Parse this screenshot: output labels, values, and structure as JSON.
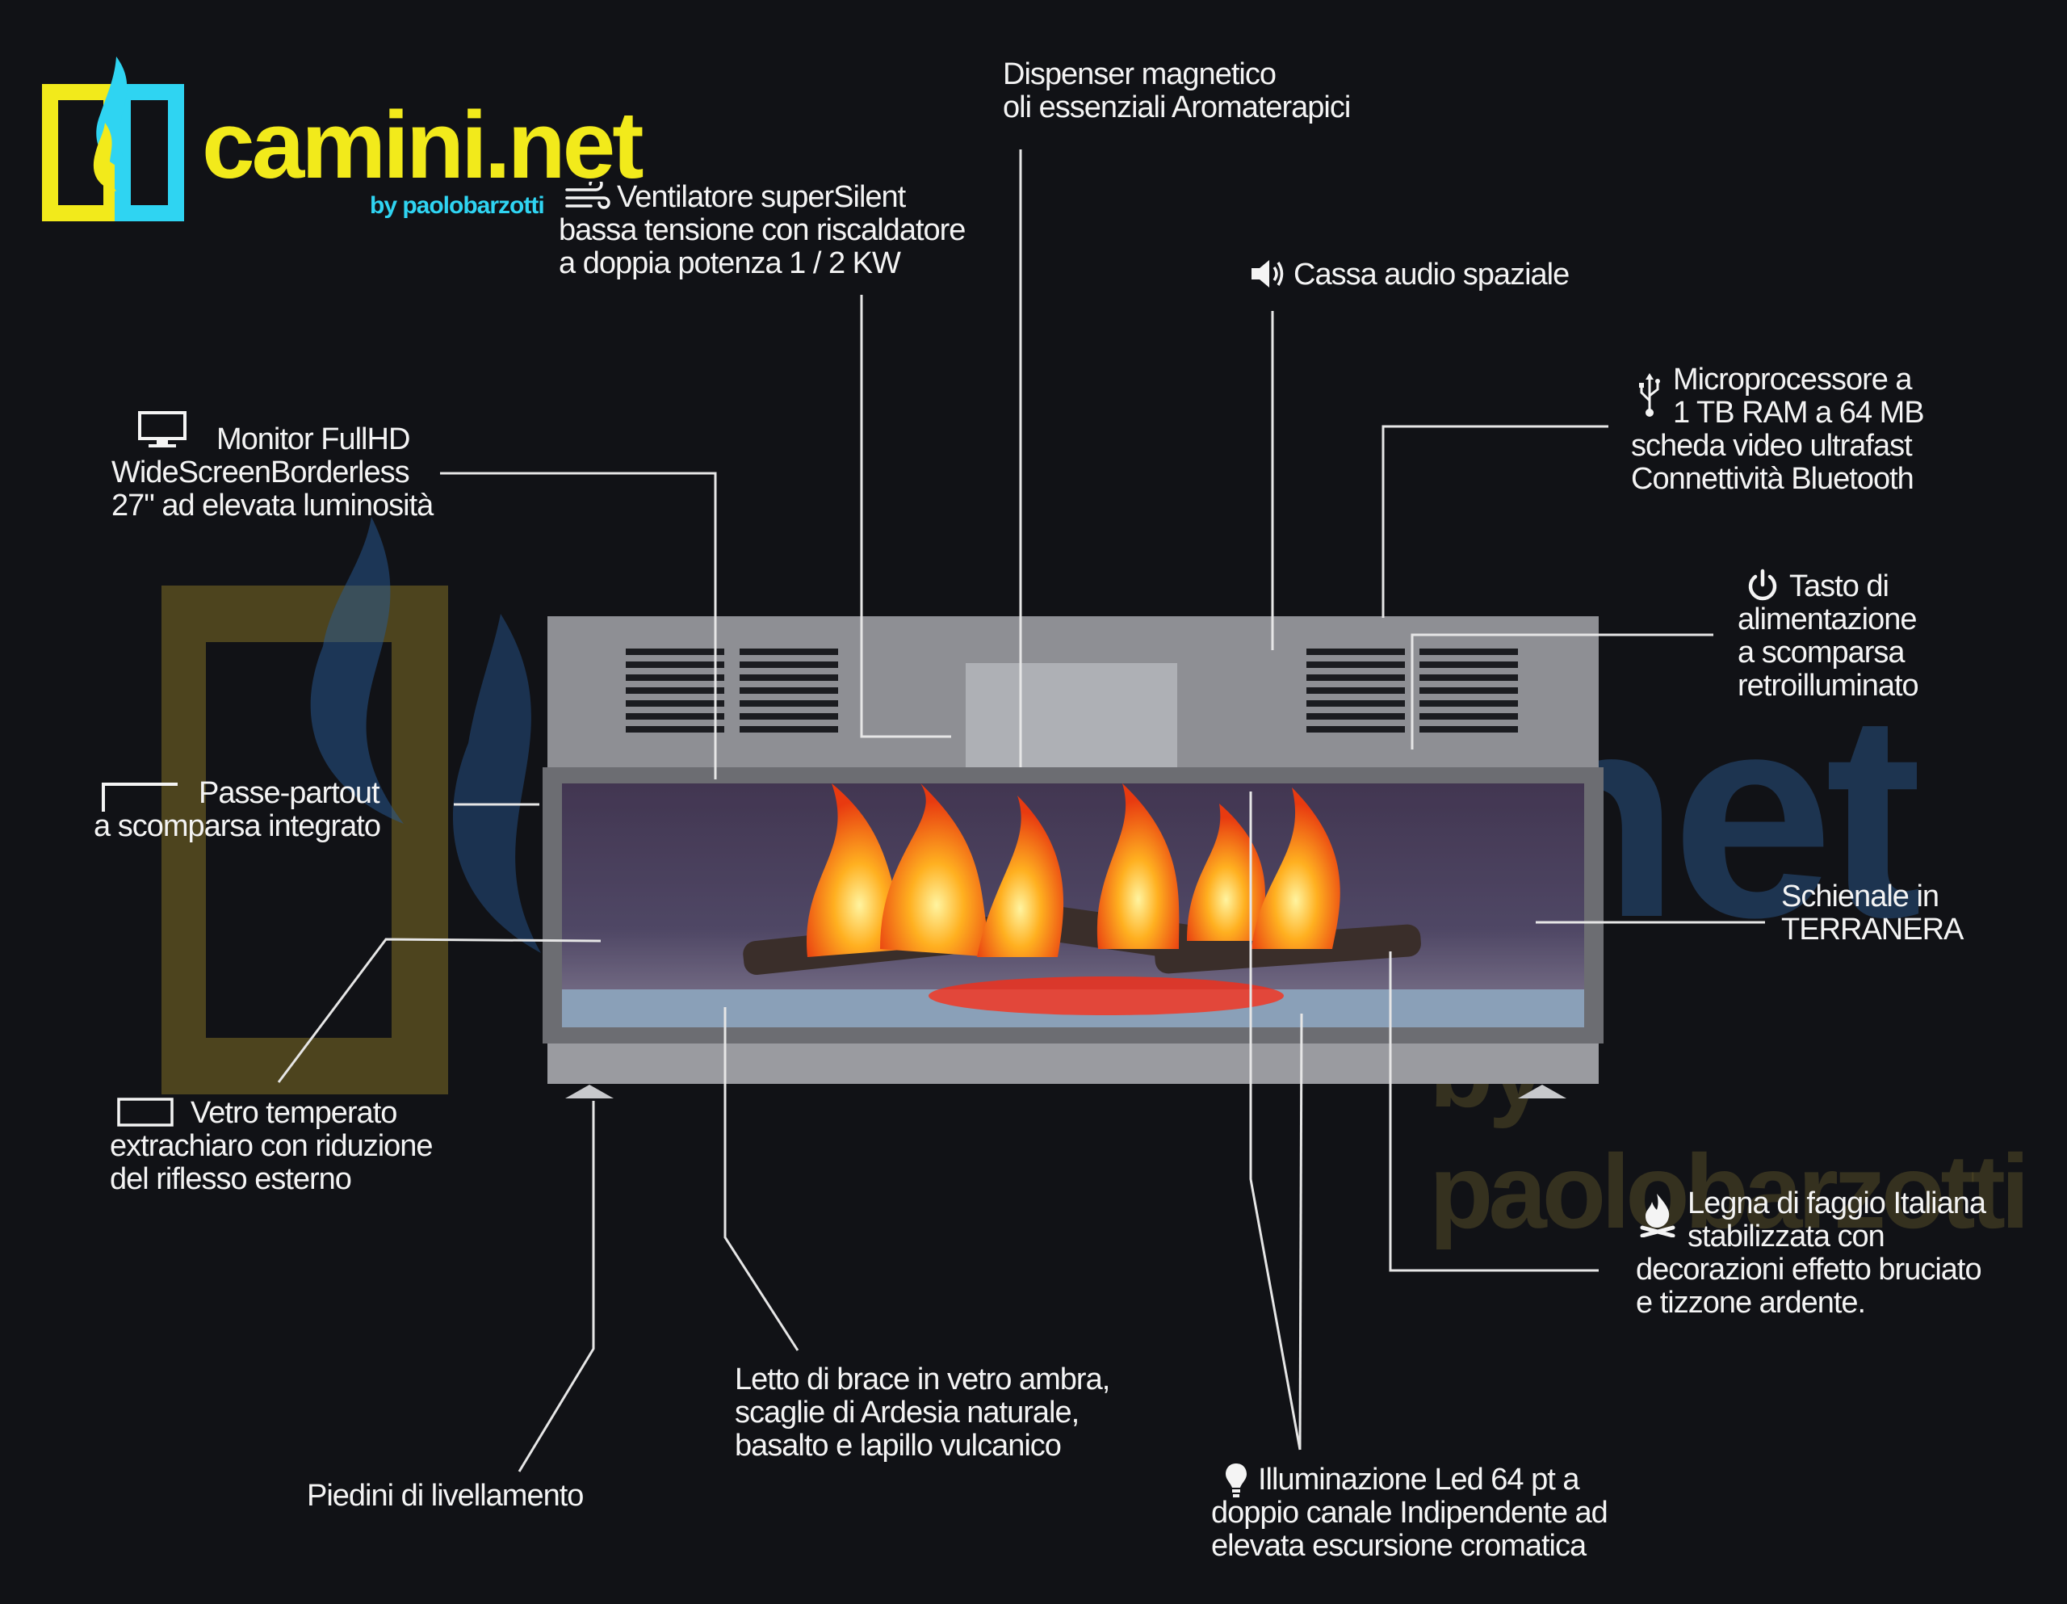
{
  "brand": {
    "name": "camini.net",
    "tagline": "by paolobarzotti",
    "colors": {
      "yellow": "#f2ea1b",
      "cyan": "#2fd4f2",
      "background": "#111216"
    }
  },
  "watermark": {
    "name": "camini.net",
    "tagline": "by paolobarzotti"
  },
  "labels": {
    "dispenser": [
      "Dispenser magnetico",
      "oli essenziali Aromaterapici"
    ],
    "ventilatore": [
      "Ventilatore superSilent",
      "bassa tensione con riscaldatore",
      "a doppia potenza 1 / 2 KW"
    ],
    "cassa": [
      "Cassa audio spaziale"
    ],
    "microprocessore": [
      "Microprocessore a",
      "1 TB RAM a 64 MB",
      "scheda video ultrafast",
      "Connettività Bluetooth"
    ],
    "monitor": [
      "Monitor FullHD",
      "WideScreenBorderless",
      "27\" ad elevata luminosità"
    ],
    "tasto": [
      "Tasto di",
      "alimentazione",
      "a scomparsa",
      "retroilluminato"
    ],
    "passe": [
      "Passe-partout",
      "a scomparsa integrato"
    ],
    "schienale": [
      "Schienale in",
      "TERRANERA"
    ],
    "vetro": [
      "Vetro temperato",
      "extrachiaro con riduzione",
      "del riflesso esterno"
    ],
    "legna": [
      "Legna di faggio Italiana",
      "stabilizzata con",
      "decorazioni effetto bruciato",
      "e tizzone ardente."
    ],
    "letto": [
      "Letto di brace in vetro ambra,",
      "scaglie di Ardesia naturale,",
      "basalto e lapillo vulcanico"
    ],
    "piedini": [
      "Piedini di livellamento"
    ],
    "illuminazione": [
      "Illuminazione Led 64 pt a",
      "doppio canale Indipendente ad",
      "elevata escursione cromatica"
    ]
  },
  "icons": {
    "ventilatore": "wind-icon",
    "cassa": "speaker-icon",
    "microprocessore": "usb-icon",
    "monitor": "monitor-icon",
    "tasto": "power-icon",
    "passe": "frame-corner-icon",
    "vetro": "glass-panel-icon",
    "legna": "campfire-icon",
    "illuminazione": "bulb-icon"
  }
}
